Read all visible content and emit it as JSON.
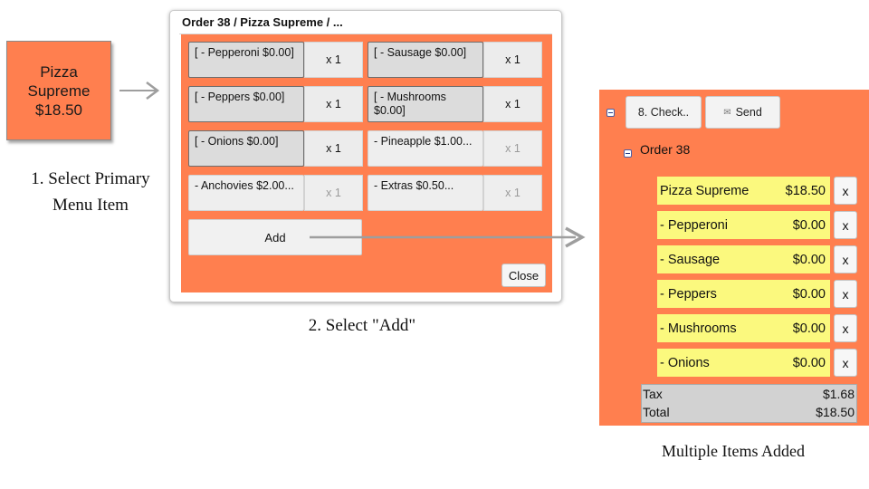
{
  "step1": {
    "tile_lines": [
      "Pizza",
      "Supreme",
      "$18.50"
    ],
    "caption_lines": [
      "1. Select Primary",
      "Menu Item"
    ]
  },
  "dialog": {
    "title": "Order 38 / Pizza Supreme / ...",
    "options": [
      {
        "name": "[ - Pepperoni $0.00]",
        "qty": "x 1",
        "selected": true
      },
      {
        "name": "[ - Sausage $0.00]",
        "qty": "x 1",
        "selected": true
      },
      {
        "name": "[ - Peppers $0.00]",
        "qty": "x 1",
        "selected": true
      },
      {
        "name": "[ - Mushrooms $0.00]",
        "qty": "x 1",
        "selected": true
      },
      {
        "name": "[ - Onions $0.00]",
        "qty": "x 1",
        "selected": true
      },
      {
        "name": "- Pineapple $1.00...",
        "qty": "x 1",
        "selected": false
      },
      {
        "name": "- Anchovies $2.00...",
        "qty": "x 1",
        "selected": false
      },
      {
        "name": "- Extras $0.50...",
        "qty": "x 1",
        "selected": false
      }
    ],
    "add_label": "Add",
    "close_label": "Close"
  },
  "step2": {
    "caption": "2. Select \"Add\""
  },
  "order_panel": {
    "check_label": "8. Check..",
    "send_label": "Send",
    "order_label": "Order 38",
    "items": [
      {
        "name": "Pizza Supreme",
        "price": "$18.50",
        "remove": "x"
      },
      {
        "name": "- Pepperoni",
        "price": "$0.00",
        "remove": "x"
      },
      {
        "name": "- Sausage",
        "price": "$0.00",
        "remove": "x"
      },
      {
        "name": "- Peppers",
        "price": "$0.00",
        "remove": "x"
      },
      {
        "name": "- Mushrooms",
        "price": "$0.00",
        "remove": "x"
      },
      {
        "name": "- Onions",
        "price": "$0.00",
        "remove": "x"
      }
    ],
    "tax_label": "Tax",
    "tax_value": "$1.68",
    "total_label": "Total",
    "total_value": "$18.50"
  },
  "step3": {
    "caption": "Multiple Items Added"
  },
  "colors": {
    "accent": "#ff7f4f",
    "item_highlight": "#fbf97e",
    "arrow": "#9e9e9e"
  }
}
